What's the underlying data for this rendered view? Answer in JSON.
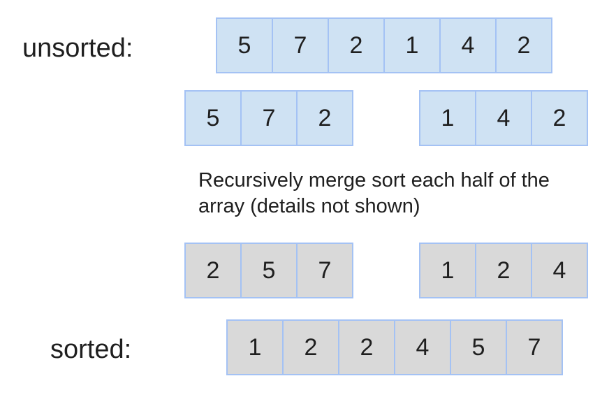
{
  "labels": {
    "unsorted": "unsorted:",
    "sorted": "sorted:"
  },
  "caption": {
    "line1": "Recursively merge sort each half of the",
    "line2": "array (details not shown)"
  },
  "arrays": {
    "unsorted": [
      "5",
      "7",
      "2",
      "1",
      "4",
      "2"
    ],
    "left_half": [
      "5",
      "7",
      "2"
    ],
    "right_half": [
      "1",
      "4",
      "2"
    ],
    "left_sorted": [
      "2",
      "5",
      "7"
    ],
    "right_sorted": [
      "1",
      "2",
      "4"
    ],
    "sorted": [
      "1",
      "2",
      "2",
      "4",
      "5",
      "7"
    ]
  },
  "colors": {
    "unsorted_fill": "#cfe2f3",
    "sorted_fill": "#d9d9d9",
    "cell_border": "#a4c2f4"
  }
}
